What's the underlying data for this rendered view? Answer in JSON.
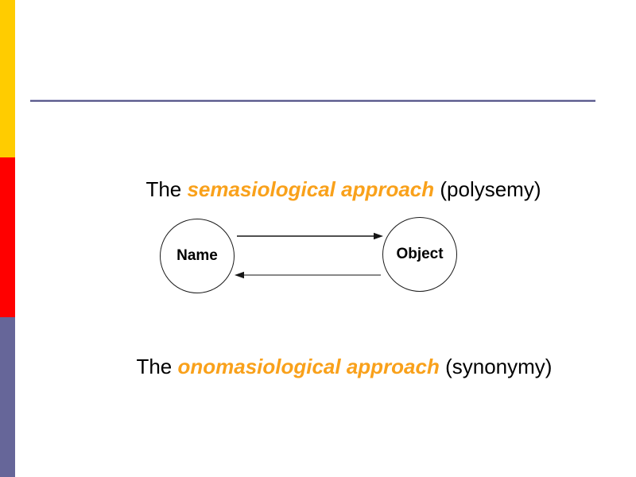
{
  "colors": {
    "background": "#FFFFFF",
    "sidebar_yellow": "#FFCC00",
    "sidebar_red": "#FF0000",
    "sidebar_slate": "#666699",
    "divider_light": "#C9C9E0",
    "divider_dark": "#5A5A8C",
    "emphasis_orange": "#F9A11B",
    "text_black": "#000000"
  },
  "slide": {
    "heading_top": {
      "prefix": "The ",
      "emphasis": "semasiological approach",
      "suffix": " (polysemy)"
    },
    "diagram": {
      "left_node_label": "Name",
      "right_node_label": "Object"
    },
    "heading_bottom": {
      "prefix": "The ",
      "emphasis": "onomasiological approach",
      "suffix": " (synonymy)"
    }
  }
}
